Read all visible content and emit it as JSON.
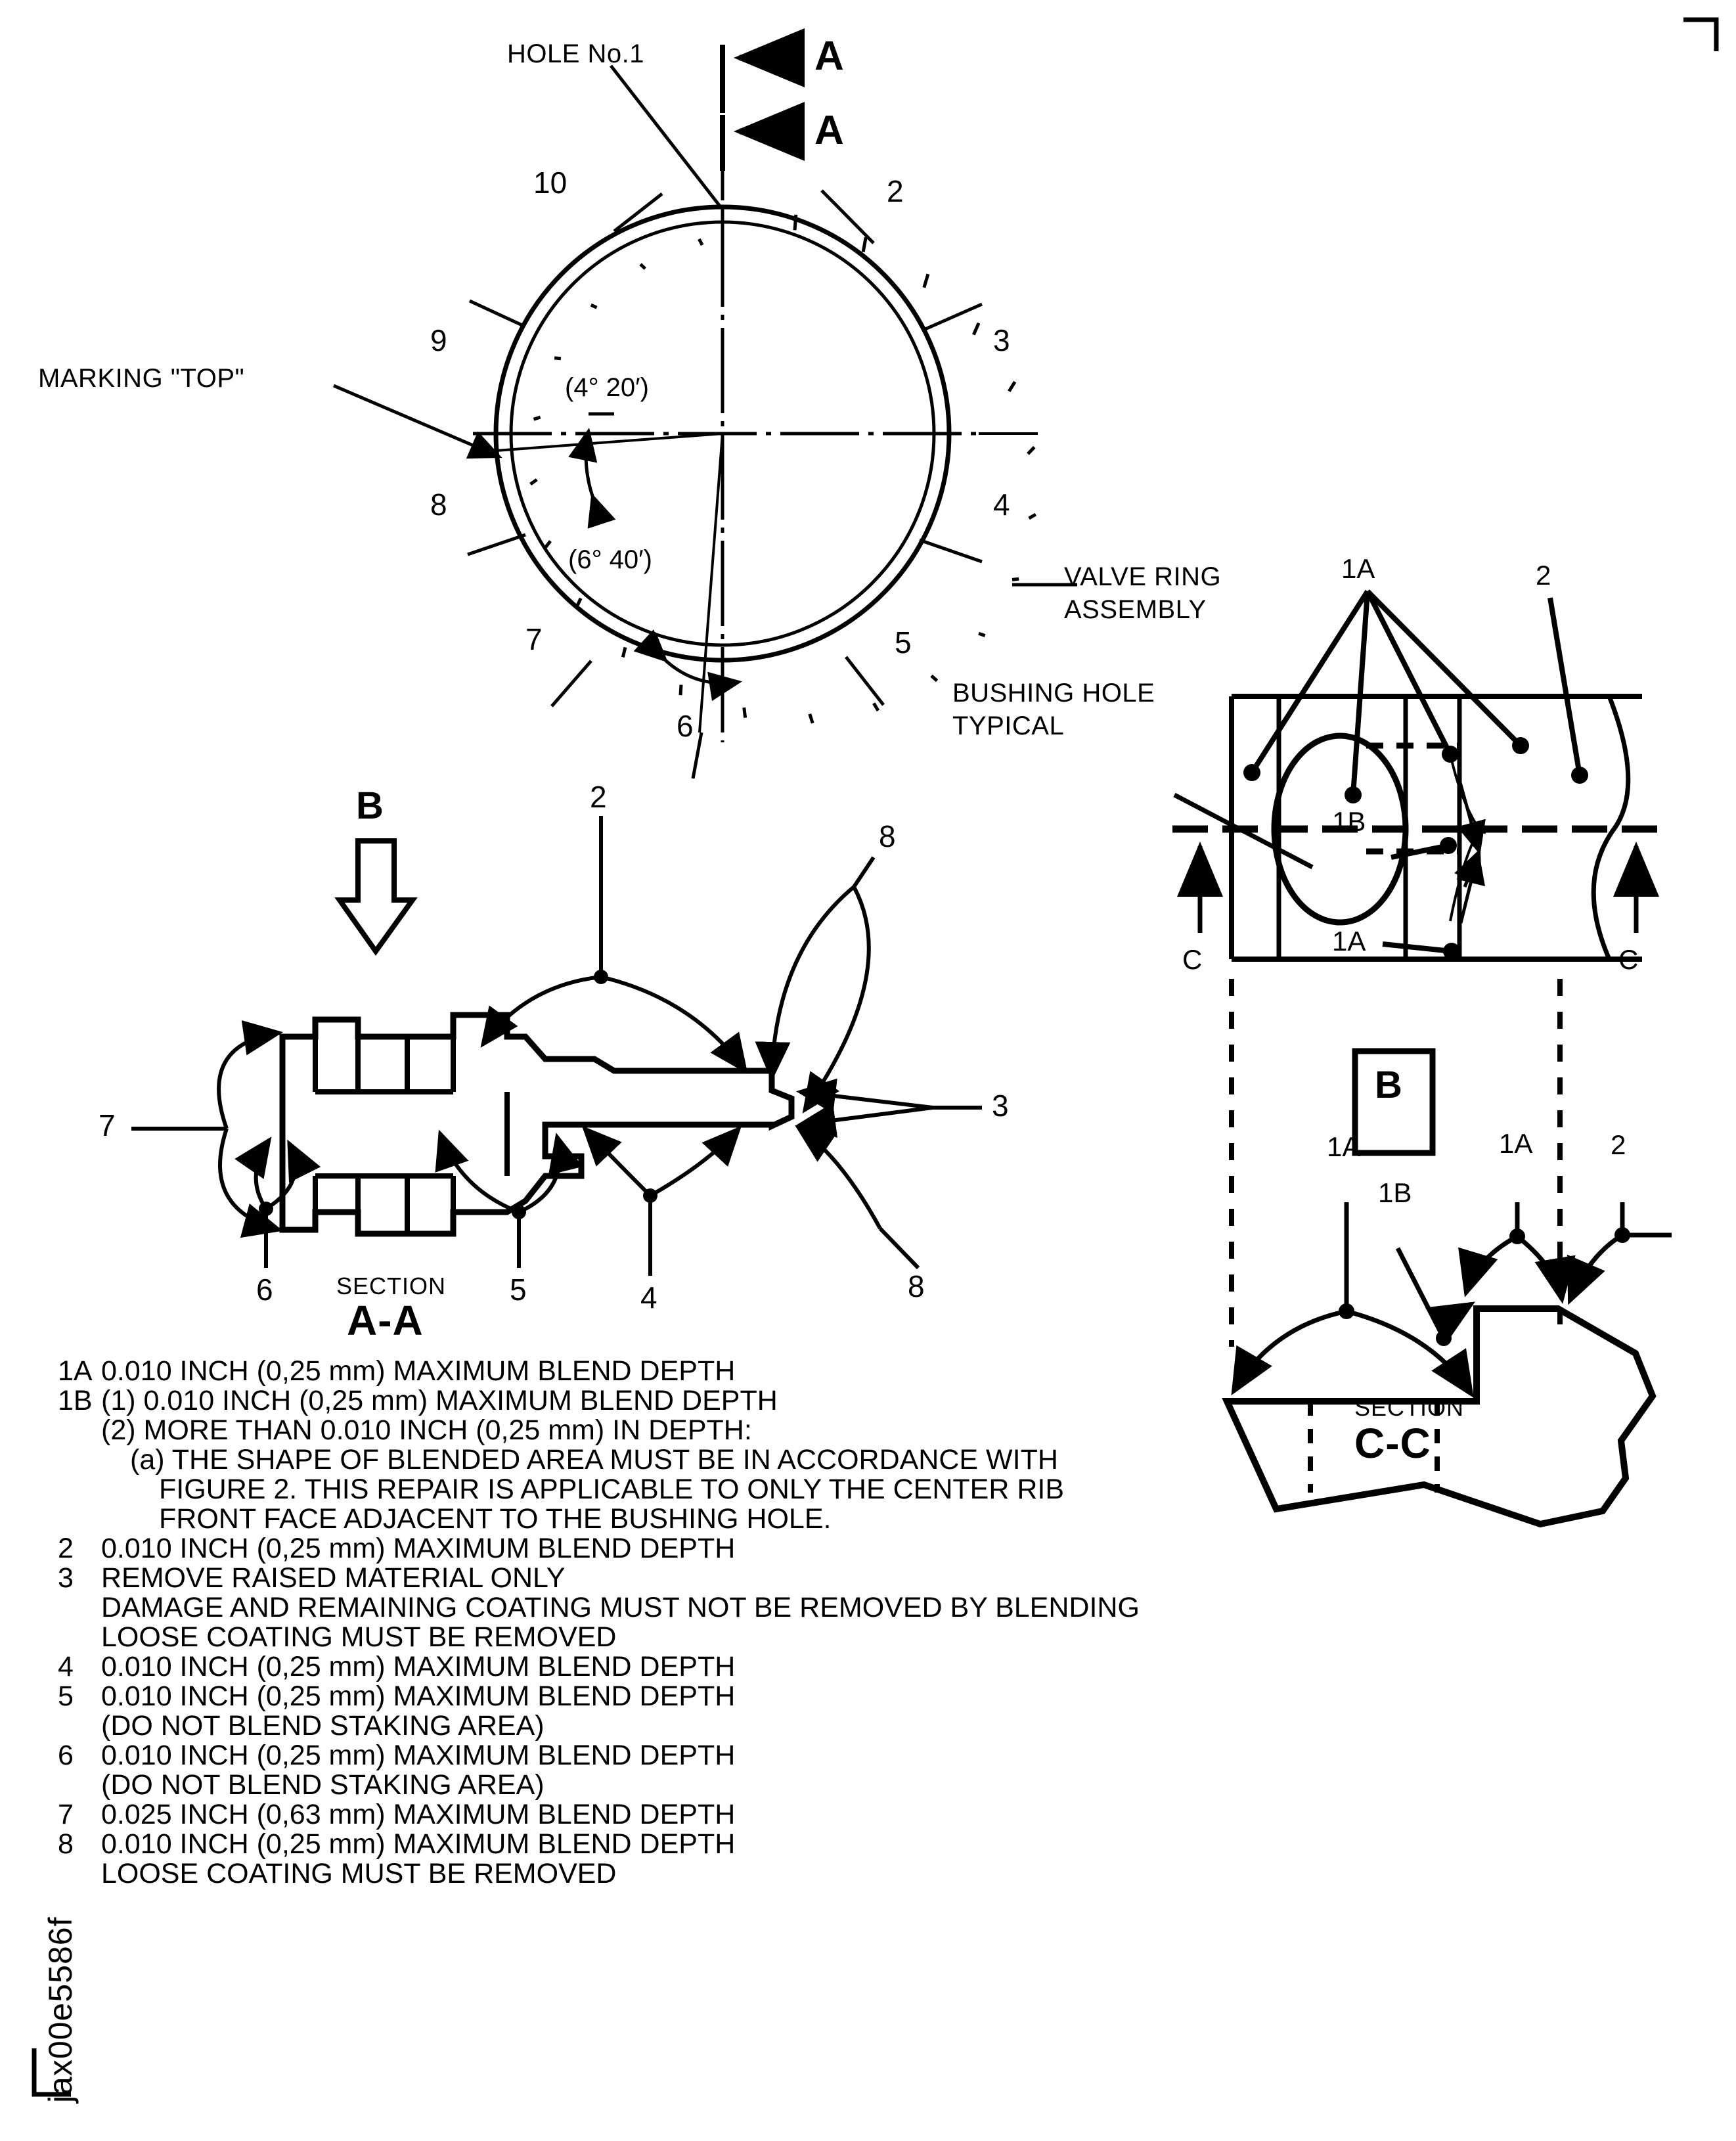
{
  "figure": {
    "id_label": "jax00e5586f"
  },
  "ring_view": {
    "hole_label": "HOLE  No.1",
    "marking_label": "MARKING  \"TOP\"",
    "valve_ring_label_line1": "VALVE RING",
    "valve_ring_label_line2": "ASSEMBLY",
    "angle_1": "(4° 20′)",
    "angle_2": "(6° 40′)",
    "section_arrow_top": "A",
    "section_arrow_bottom": "A",
    "tick_numbers": [
      "2",
      "3",
      "4",
      "5",
      "6",
      "7",
      "8",
      "9",
      "10"
    ]
  },
  "section_aa": {
    "title_small": "SECTION",
    "title_big": "A-A",
    "view_arrow_label": "B",
    "callouts": [
      "2",
      "8",
      "8",
      "3",
      "4",
      "5",
      "6",
      "7"
    ]
  },
  "detail_b": {
    "bushing_label_line1": "BUSHING HOLE",
    "bushing_label_line2": "TYPICAL",
    "callout_1a_top": "1A",
    "callout_1a_bottom": "1A",
    "callout_1b": "1B",
    "callout_2": "2",
    "section_mark_left": "C",
    "section_mark_right": "C",
    "detail_box_label": "B"
  },
  "section_cc": {
    "title_small": "SECTION",
    "title_big": "C-C",
    "callout_1a_left": "1A",
    "callout_1b": "1B",
    "callout_1a_right": "1A",
    "callout_2": "2"
  },
  "notes": [
    {
      "key": "1A",
      "indent": 0,
      "text": "0.010 INCH (0,25 mm) MAXIMUM BLEND DEPTH"
    },
    {
      "key": "1B",
      "indent": 0,
      "text": "(1) 0.010 INCH (0,25 mm) MAXIMUM BLEND DEPTH"
    },
    {
      "key": "",
      "indent": 0,
      "text": "(2) MORE THAN 0.010 INCH (0,25 mm) IN DEPTH:"
    },
    {
      "key": "",
      "indent": 1,
      "text": "(a) THE SHAPE OF BLENDED AREA MUST BE IN ACCORDANCE WITH"
    },
    {
      "key": "",
      "indent": 2,
      "text": "FIGURE 2. THIS REPAIR IS APPLICABLE TO ONLY THE CENTER RIB"
    },
    {
      "key": "",
      "indent": 2,
      "text": "FRONT FACE ADJACENT TO THE BUSHING HOLE."
    },
    {
      "key": "2",
      "indent": 0,
      "text": "0.010 INCH (0,25 mm) MAXIMUM BLEND DEPTH"
    },
    {
      "key": "3",
      "indent": 0,
      "text": "REMOVE RAISED MATERIAL ONLY"
    },
    {
      "key": "",
      "indent": 0,
      "text": "DAMAGE AND REMAINING COATING MUST NOT BE REMOVED BY BLENDING"
    },
    {
      "key": "",
      "indent": 0,
      "text": "LOOSE COATING MUST BE REMOVED"
    },
    {
      "key": "4",
      "indent": 0,
      "text": "0.010 INCH (0,25 mm) MAXIMUM BLEND DEPTH"
    },
    {
      "key": "5",
      "indent": 0,
      "text": "0.010 INCH (0,25 mm) MAXIMUM BLEND DEPTH"
    },
    {
      "key": "",
      "indent": 0,
      "text": "(DO NOT BLEND STAKING AREA)"
    },
    {
      "key": "6",
      "indent": 0,
      "text": "0.010 INCH (0,25 mm) MAXIMUM BLEND DEPTH"
    },
    {
      "key": "",
      "indent": 0,
      "text": "(DO NOT BLEND STAKING AREA)"
    },
    {
      "key": "7",
      "indent": 0,
      "text": "0.025 INCH (0,63 mm) MAXIMUM BLEND DEPTH"
    },
    {
      "key": "8",
      "indent": 0,
      "text": "0.010 INCH (0,25 mm) MAXIMUM BLEND DEPTH"
    },
    {
      "key": "",
      "indent": 0,
      "text": "LOOSE COATING MUST BE REMOVED"
    }
  ],
  "colors": {
    "ink": "#000000",
    "paper": "#ffffff"
  }
}
